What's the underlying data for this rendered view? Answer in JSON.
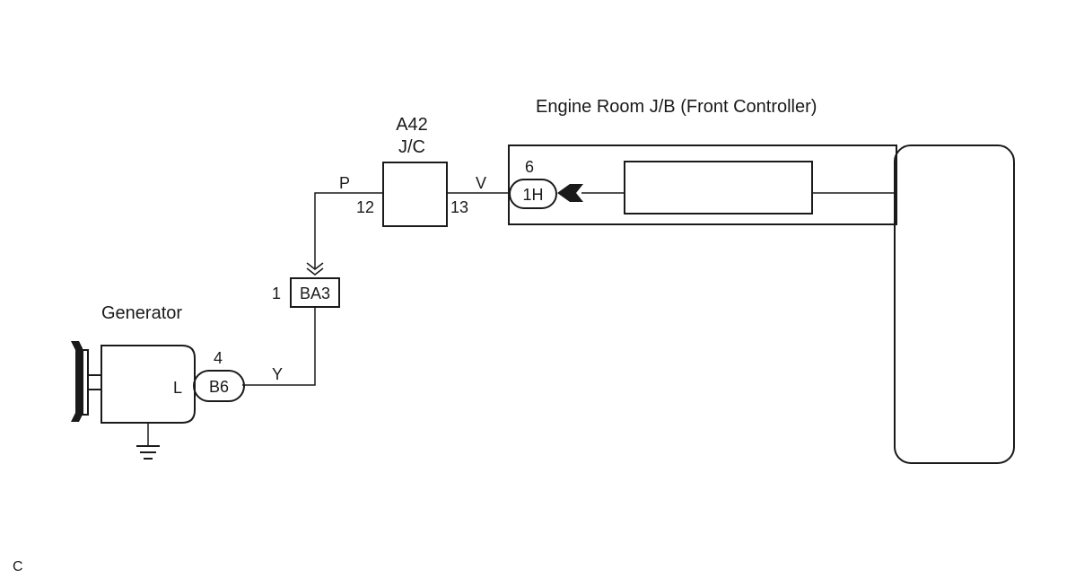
{
  "component_labels": {
    "generator": "Generator",
    "engine_room_jb": "Engine Room J/B (Front Controller)",
    "junction_connector_id": "A42",
    "junction_connector_type": "J/C"
  },
  "connectors": {
    "generator_connector": "B6",
    "generator_pin": "4",
    "generator_terminal": "L",
    "inline_connector": "BA3",
    "inline_pin": "1",
    "jc_pin_in": "12",
    "jc_pin_out": "13",
    "jb_connector": "1H",
    "jb_pin": "6"
  },
  "wire_colors": {
    "generator_to_ba3": "Y",
    "ba3_to_jc": "P",
    "jc_to_jb": "V"
  },
  "footer_code": "C"
}
